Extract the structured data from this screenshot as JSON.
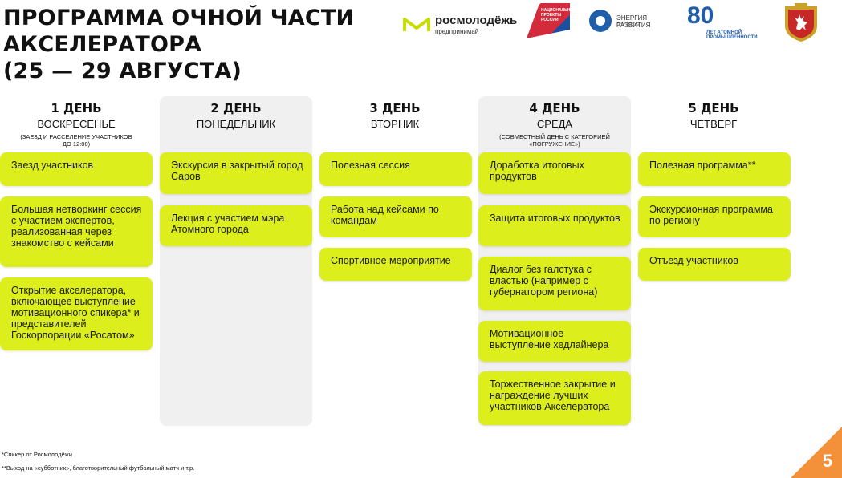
{
  "title": {
    "line1": "ПРОГРАММА ОЧНОЙ ЧАСТИ",
    "line2": "АКСЕЛЕРАТОРА",
    "line3": "(25 — 29 АВГУСТА)"
  },
  "logos": {
    "rosmolodezh": {
      "name": "росмолодёжь",
      "sub": "предпринимай"
    },
    "natsproekty": {
      "text": "НАЦИОНАЛЬНЫЕ ПРОЕКТЫ РОССИИ"
    },
    "energiya": {
      "name": "ЭНЕРГИЯ РАЗВИТИЯ",
      "sub": "РОСАТОМ"
    },
    "eighty": {
      "num": "80",
      "caption": "ЛЕТ АТОМНОЙ ПРОМЫШЛЕННОСТИ"
    },
    "crest": {
      "colors": {
        "shield": "#c62828",
        "deer": "#ffffff",
        "frame": "#c9a227"
      }
    }
  },
  "colors": {
    "card": "#dcee1c",
    "column_bg": "#f0f0f0",
    "corner": "#f3913a"
  },
  "days": [
    {
      "num": "1 ДЕНЬ",
      "name": "ВОСКРЕСЕНЬЕ",
      "note": "(ЗАЕЗД И РАССЕЛЕНИЕ УЧАСТНИКОВ ДО 12:00)",
      "items": [
        "Заезд участников",
        "Большая нетворкинг сессия с участием экспертов, реализованная через знакомство с кейсами",
        "Открытие акселератора, включающее выступление мотивационного спикера* и представителей Госкорпорации «Росатом»"
      ]
    },
    {
      "num": "2 ДЕНЬ",
      "name": "ПОНЕДЕЛЬНИК",
      "note": "",
      "items": [
        "Экскурсия в закрытый город Саров",
        "Лекция с участием мэра Атомного города"
      ]
    },
    {
      "num": "3 ДЕНЬ",
      "name": "ВТОРНИК",
      "note": "",
      "items": [
        "Полезная сессия",
        "Работа над кейсами по командам",
        "Спортивное мероприятие"
      ]
    },
    {
      "num": "4 ДЕНЬ",
      "name": "СРЕДА",
      "note": "(СОВМЕСТНЫЙ ДЕНЬ С КАТЕГОРИЕЙ «ПОГРУЖЕНИЕ»)",
      "items": [
        "Доработка итоговых продуктов",
        "Защита итоговых продуктов",
        "Диалог без галстука с властью (например с губернатором региона)",
        "Мотивационное выступление хедлайнера",
        "Торжественное закрытие и награждение лучших участников Акселератора"
      ]
    },
    {
      "num": "5 ДЕНЬ",
      "name": "ЧЕТВЕРГ",
      "note": "",
      "items": [
        "Полезная программа**",
        "Экскурсионная программа по региону",
        "Отъезд участников"
      ]
    }
  ],
  "footnotes": {
    "speaker": "*Спикер от Росмолодёжи",
    "saturday": "**Выход на «субботник», благотворительный футбольный матч и т.р."
  },
  "page_number": "5"
}
